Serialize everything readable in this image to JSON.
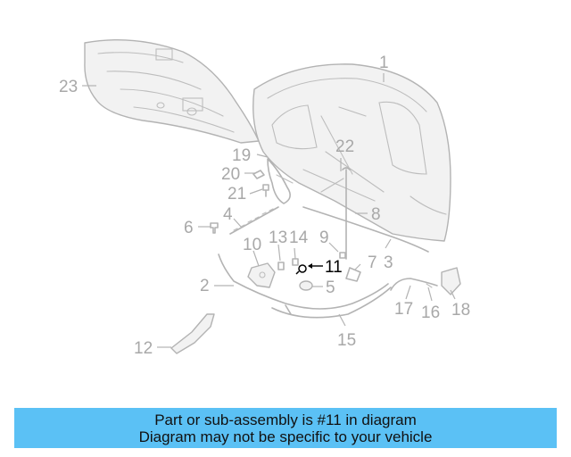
{
  "callouts": [
    "1",
    "2",
    "3",
    "4",
    "5",
    "6",
    "7",
    "8",
    "9",
    "10",
    "11",
    "12",
    "13",
    "14",
    "15",
    "16",
    "17",
    "18",
    "19",
    "20",
    "21",
    "22",
    "23"
  ],
  "highlight": "11",
  "banner": {
    "line1": "Part or sub-assembly is #11 in diagram",
    "line2": "Diagram may not be specific to your vehicle"
  }
}
